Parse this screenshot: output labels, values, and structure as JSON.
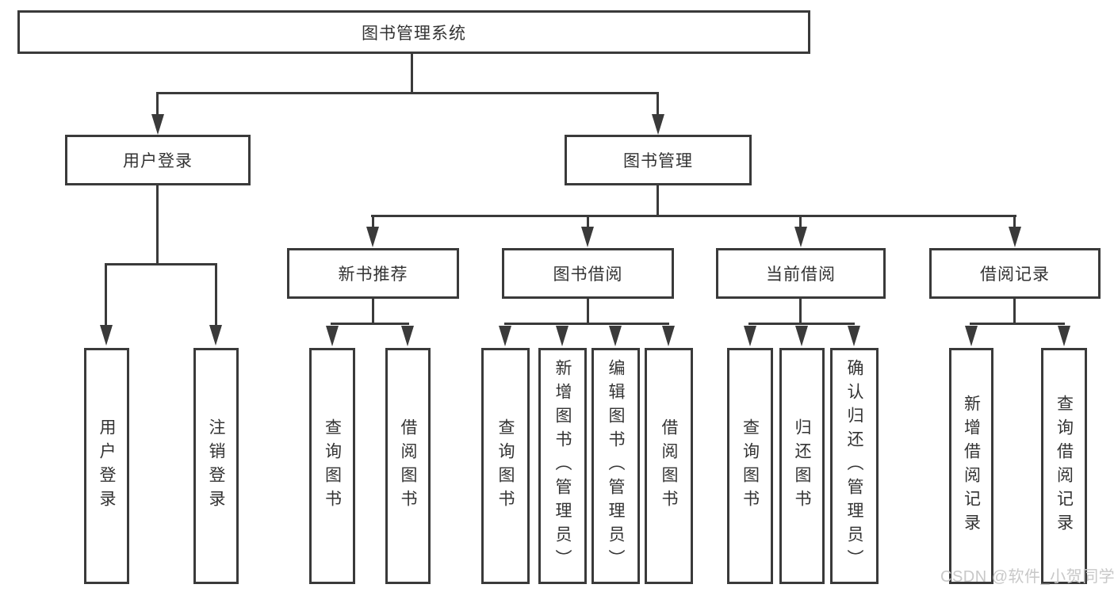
{
  "tree": {
    "root": {
      "label": "图书管理系统"
    },
    "userLogin": {
      "label": "用户登录",
      "children": [
        {
          "label": "用户登录"
        },
        {
          "label": "注销登录"
        }
      ]
    },
    "bookMgmt": {
      "label": "图书管理"
    },
    "newBook": {
      "label": "新书推荐",
      "children": [
        {
          "label": "查询图书"
        },
        {
          "label": "借阅图书"
        }
      ]
    },
    "bookBorrow": {
      "label": "图书借阅",
      "children": [
        {
          "label": "查询图书"
        },
        {
          "label": "新增图书（管理员）"
        },
        {
          "label": "编辑图书（管理员）"
        },
        {
          "label": "借阅图书"
        }
      ]
    },
    "currentBorrow": {
      "label": "当前借阅",
      "children": [
        {
          "label": "查询图书"
        },
        {
          "label": "归还图书"
        },
        {
          "label": "确认归还（管理员）"
        }
      ]
    },
    "borrowRecords": {
      "label": "借阅记录",
      "children": [
        {
          "label": "新增借阅记录"
        },
        {
          "label": "查询借阅记录"
        }
      ]
    }
  },
  "watermark": "CSDN @软件_小贺同学",
  "colors": {
    "line": "#3a3a3a",
    "text": "#333333",
    "background": "#ffffff",
    "watermark": "#c8c8c8"
  }
}
